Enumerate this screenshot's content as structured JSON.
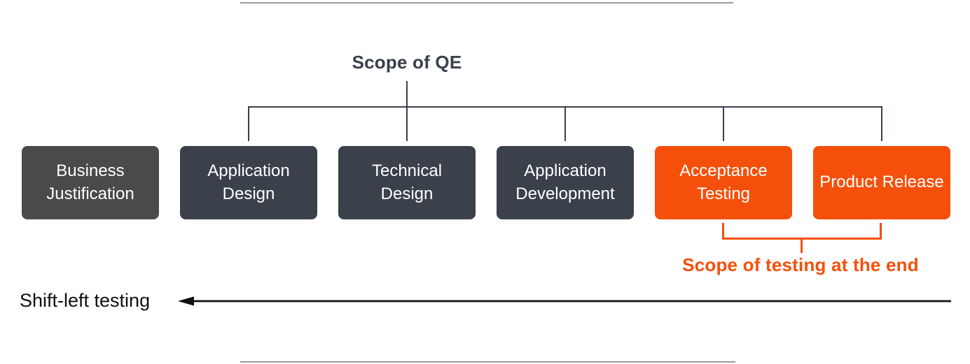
{
  "diagram": {
    "scope_qe_label": "Scope of QE",
    "stages": [
      {
        "label": "Business Justification",
        "style": "gray"
      },
      {
        "label": "Application Design",
        "style": "slate"
      },
      {
        "label": "Technical Design",
        "style": "slate"
      },
      {
        "label": "Application Development",
        "style": "slate"
      },
      {
        "label": "Acceptance Testing",
        "style": "orange"
      },
      {
        "label": "Product Release",
        "style": "orange"
      }
    ],
    "scope_testing_label": "Scope of testing at the end",
    "shift_left_label": "Shift-left testing",
    "colors": {
      "orange": "#F4500C",
      "slate": "#3A414B",
      "gray-box": "#4A4A4A",
      "line-gray": "#9B9B9B",
      "ink": "#39404A",
      "arrow-black": "#0E0F11"
    }
  }
}
